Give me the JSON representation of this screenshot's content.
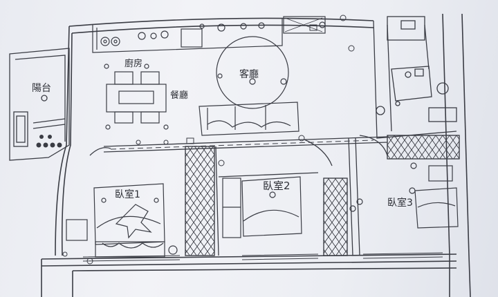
{
  "plan": {
    "rooms": {
      "balcony": "陽台",
      "kitchen": "廚房",
      "living": "客廳",
      "dining": "餐廳",
      "bedroom1": "臥室1",
      "bedroom2": "臥室2",
      "bedroom3": "臥室3"
    }
  },
  "colors": {
    "ink": "#3a3c44",
    "paper": "#eef0f4"
  }
}
